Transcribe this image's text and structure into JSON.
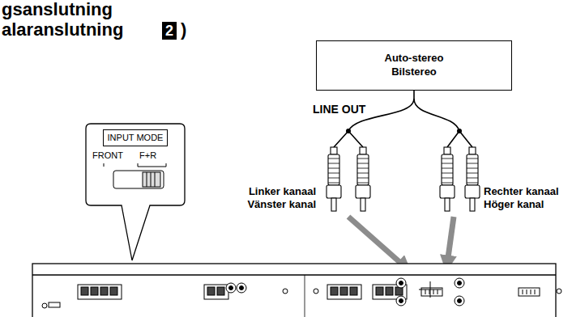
{
  "diagram": {
    "nodes": [
      {
        "text": [
          "Auto-stereo Bilstereo"
        ]
      },
      {
        "text": [
          "INPUT MODE"
        ]
      }
    ],
    "labels": [
      "gsanslutning",
      "alaranslutning",
      "2",
      ")",
      "LINE OUT",
      "Linker kanaal Vänster kanal",
      "Rechter kanaal Höger kanal",
      "FRONT",
      "F+R"
    ]
  }
}
